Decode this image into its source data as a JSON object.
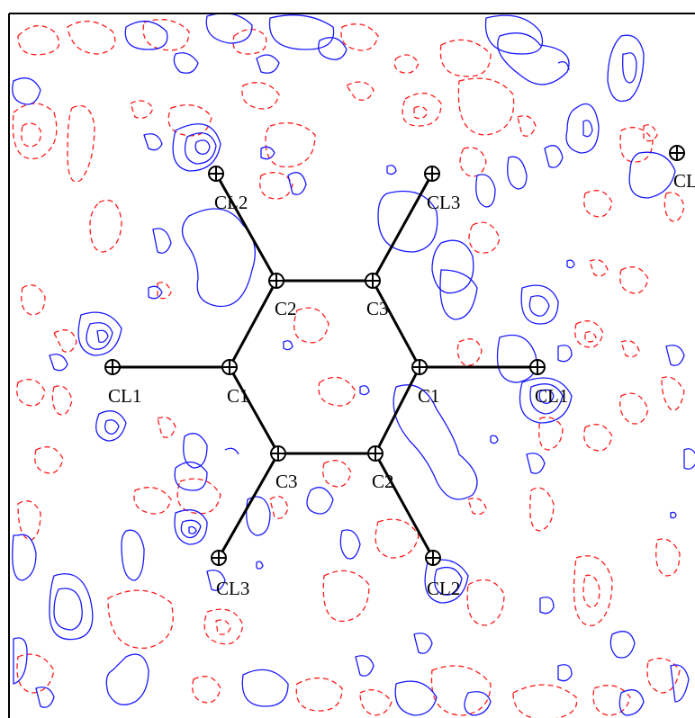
{
  "figure": {
    "type": "electron-density-difference-map",
    "colors": {
      "positive_contour": "#1a1aff",
      "negative_contour": "#ff1a1a",
      "bonds": "#000000"
    }
  },
  "atoms": [
    {
      "id": "CL2_top",
      "label": "CL2"
    },
    {
      "id": "CL3_top",
      "label": "CL3"
    },
    {
      "id": "C2_top",
      "label": "C2"
    },
    {
      "id": "C3_top",
      "label": "C3"
    },
    {
      "id": "CL1_left",
      "label": "CL1"
    },
    {
      "id": "C1_left",
      "label": "C1"
    },
    {
      "id": "C1_right",
      "label": "C1"
    },
    {
      "id": "CL1_right",
      "label": "CL1"
    },
    {
      "id": "C3_bottom",
      "label": "C3"
    },
    {
      "id": "C2_bottom",
      "label": "C2"
    },
    {
      "id": "CL3_bottom",
      "label": "CL3"
    },
    {
      "id": "CL2_bottom",
      "label": "CL2"
    },
    {
      "id": "CL_edge",
      "label": "CL"
    }
  ],
  "bonds": [
    [
      "CL2_top",
      "C2_top"
    ],
    [
      "C2_top",
      "C3_top"
    ],
    [
      "C3_top",
      "CL3_top"
    ],
    [
      "C2_top",
      "C1_left"
    ],
    [
      "C3_top",
      "C1_right"
    ],
    [
      "CL1_left",
      "C1_left"
    ],
    [
      "C1_right",
      "CL1_right"
    ],
    [
      "C1_left",
      "C3_bottom"
    ],
    [
      "C1_right",
      "C2_bottom"
    ],
    [
      "C3_bottom",
      "C2_bottom"
    ],
    [
      "C3_bottom",
      "CL3_bottom"
    ],
    [
      "C2_bottom",
      "CL2_bottom"
    ]
  ]
}
